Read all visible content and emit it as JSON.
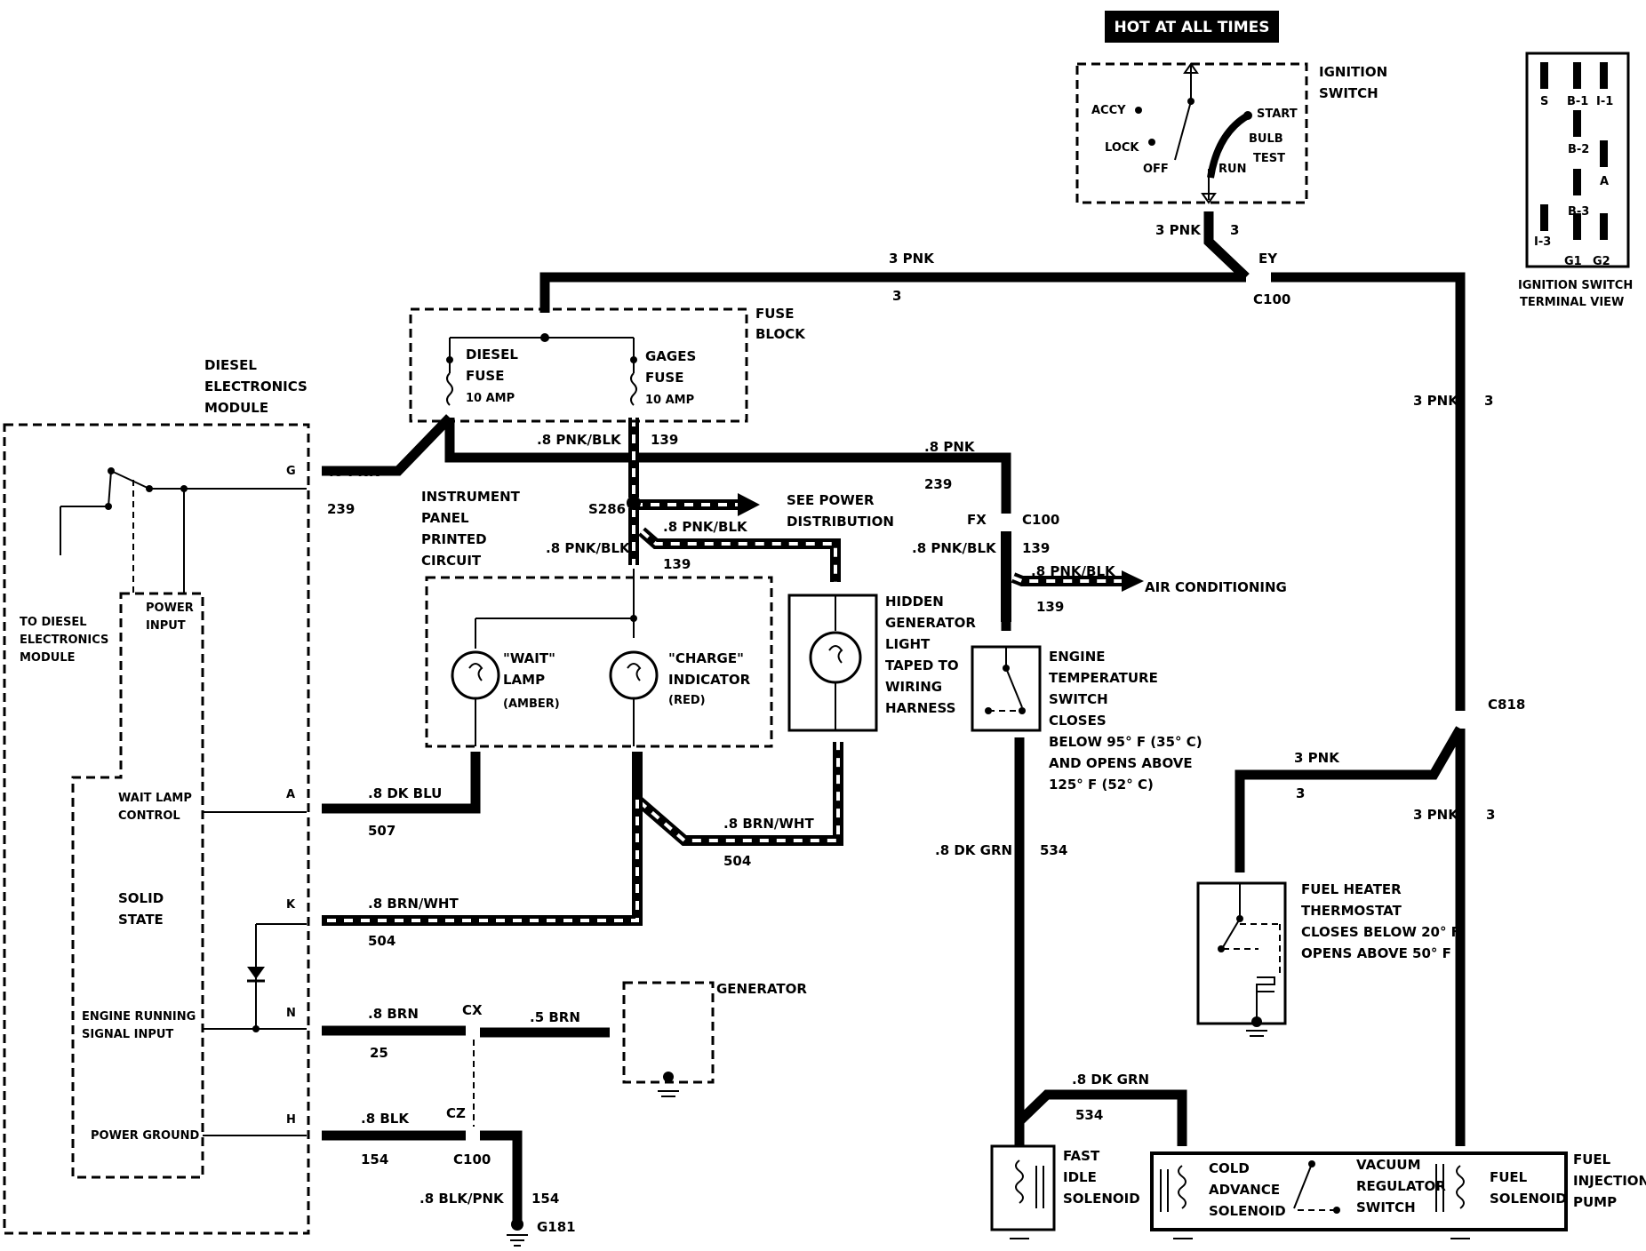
{
  "header_badge": "HOT AT ALL TIMES",
  "ignition_switch": {
    "title": [
      "IGNITION",
      "SWITCH"
    ],
    "positions": {
      "accy": "ACCY",
      "lock": "LOCK",
      "off": "OFF",
      "run": "RUN",
      "start": "START",
      "bulb": "BULB",
      "test": "TEST"
    }
  },
  "terminal_view": {
    "terminals": [
      "S",
      "B-1",
      "I-1",
      "B-2",
      "A",
      "B-3",
      "I-3",
      "G1",
      "G2"
    ],
    "caption": [
      "IGNITION SWITCH",
      "TERMINAL VIEW"
    ]
  },
  "fuse_block": {
    "title": [
      "FUSE",
      "BLOCK"
    ],
    "diesel_fuse": [
      "DIESEL",
      "FUSE",
      "10 AMP"
    ],
    "gages_fuse": [
      "GAGES",
      "FUSE",
      "10 AMP"
    ]
  },
  "diesel_module": {
    "title": [
      "DIESEL",
      "ELECTRONICS",
      "MODULE"
    ],
    "to_module": [
      "TO DIESEL",
      "ELECTRONICS",
      "MODULE"
    ],
    "power_input": [
      "POWER",
      "INPUT"
    ],
    "wait_lamp_control": [
      "WAIT LAMP",
      "CONTROL"
    ],
    "solid_state": [
      "SOLID",
      "STATE"
    ],
    "engine_running": [
      "ENGINE RUNNING",
      "SIGNAL INPUT"
    ],
    "power_ground": "POWER GROUND",
    "pins": {
      "g": "G",
      "a": "A",
      "k": "K",
      "n": "N",
      "h": "H"
    }
  },
  "instrument_panel": {
    "title": [
      "INSTRUMENT",
      "PANEL",
      "PRINTED",
      "CIRCUIT"
    ],
    "wait_lamp": [
      "\"WAIT\"",
      "LAMP",
      "(AMBER)"
    ],
    "charge_indicator": [
      "\"CHARGE\"",
      "INDICATOR",
      "(RED)"
    ]
  },
  "hidden_generator_light": [
    "HIDDEN",
    "GENERATOR",
    "LIGHT",
    "TAPED TO",
    "WIRING",
    "HARNESS"
  ],
  "see_power_distribution": [
    "SEE POWER",
    "DISTRIBUTION"
  ],
  "air_conditioning": "AIR CONDITIONING",
  "engine_temp_switch": [
    "ENGINE",
    "TEMPERATURE",
    "SWITCH",
    "CLOSES",
    "BELOW 95° F (35° C)",
    "AND OPENS ABOVE",
    "125° F (52° C)"
  ],
  "fuel_heater": [
    "FUEL HEATER",
    "THERMOSTAT",
    "CLOSES BELOW 20° F",
    "OPENS ABOVE 50° F"
  ],
  "generator": "GENERATOR",
  "fast_idle_solenoid": [
    "FAST",
    "IDLE",
    "SOLENOID"
  ],
  "cold_advance_solenoid": [
    "COLD",
    "ADVANCE",
    "SOLENOID"
  ],
  "vacuum_regulator_switch": [
    "VACUUM",
    "REGULATOR",
    "SWITCH"
  ],
  "fuel_solenoid": [
    "FUEL",
    "SOLENOID"
  ],
  "fuel_injection_pump": [
    "FUEL",
    "INJECTION",
    "PUMP"
  ],
  "connectors": {
    "ey": "EY",
    "c100_top": "C100",
    "c100_mid": "C100",
    "c100_bot": "C100",
    "fx": "FX",
    "c818": "C818",
    "cx": "CX",
    "cz": "CZ",
    "s286": "S286",
    "g181": "G181"
  },
  "wire_labels": {
    "pnk3_ign": "3 PNK",
    "ckt3_ign": "3",
    "pnk3_top": "3 PNK",
    "ckt3_top": "3",
    "pnk3_right": "3 PNK",
    "ckt3_right": "3",
    "pnk3_heater": "3 PNK",
    "ckt3_heater": "3",
    "pnk3_lower": "3 PNK",
    "ckt3_lower": "3",
    "pnk8_g": ".8 PNK",
    "ckt239_g": "239",
    "pnkblk_fuse": ".8 PNK/BLK",
    "ckt139_fuse": "139",
    "pnk8_top": ".8 PNK",
    "ckt239_top": "239",
    "pnkblk_s286": ".8 PNK/BLK",
    "pnkblk_ip": ".8 PNK/BLK",
    "ckt139_ip": "139",
    "pnkblk_c100": ".8 PNK/BLK",
    "ckt139_c100": "139",
    "pnkblk_ac": ".8 PNK/BLK",
    "ckt139_ac": "139",
    "dkblu": ".8 DK BLU",
    "ckt507": "507",
    "brnwht_lamp": ".8 BRN/WHT",
    "ckt504_lamp": "504",
    "brnwht_k": ".8 BRN/WHT",
    "ckt504_k": "504",
    "brn8": ".8 BRN",
    "ckt25": "25",
    "brn5": ".5 BRN",
    "blk8": ".8 BLK",
    "ckt154": "154",
    "blkpnk": ".8 BLK/PNK",
    "ckt154_gnd": "154",
    "dkgrn_v": ".8 DK GRN",
    "ckt534_v": "534",
    "dkgrn_h": ".8 DK GRN",
    "ckt534_h": "534"
  }
}
